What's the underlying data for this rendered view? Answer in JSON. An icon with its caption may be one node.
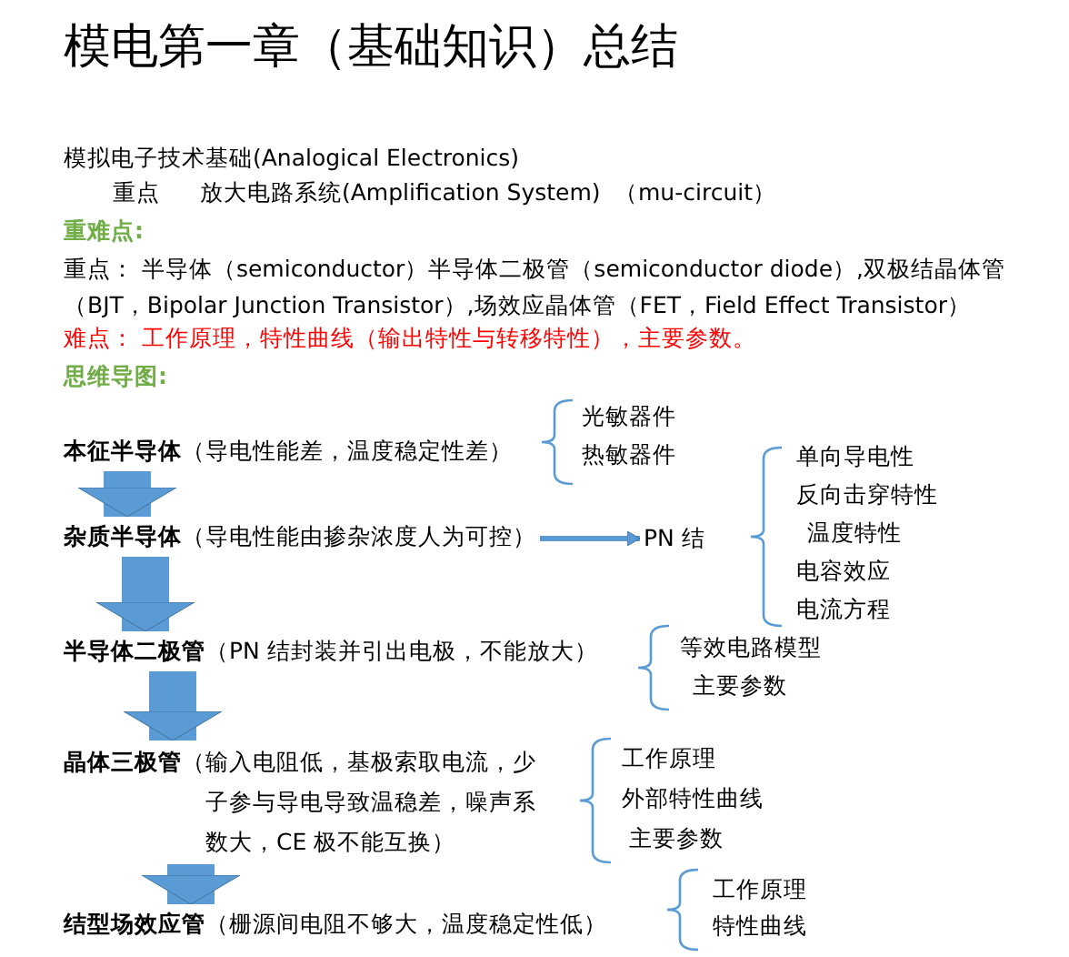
{
  "diagram": {
    "title": "模电第一章（基础知识）总结",
    "nodes": [
      {
        "text": [
          "**本征半导体**（导电性能差，温度稳定性差）"
        ]
      },
      {
        "text": [
          "**杂质半导体**（导电性能由掺杂浓度人为可控）"
        ]
      },
      {
        "text": [
          "PN 结"
        ]
      },
      {
        "text": [
          "**半导体二极管**（PN 结封装并引出电极，不能放大）"
        ]
      },
      {
        "text": [
          "**晶体三极管**（输入电阻低，基极索取电流，少子参与导电导致温稳差，噪声系数大，CE 极不能互换）"
        ]
      },
      {
        "text": [
          "**结型场效应管**（栅源间电阻不够大，温度稳定性低）"
        ]
      }
    ],
    "edges": [
      {
        "from": 0,
        "to": 1,
        "arrow": "to"
      },
      {
        "from": 1,
        "to": 2,
        "arrow": "to"
      },
      {
        "from": 1,
        "to": 3,
        "arrow": "to"
      },
      {
        "from": 3,
        "to": 4,
        "arrow": "to"
      },
      {
        "from": 4,
        "to": 5,
        "arrow": "to"
      }
    ],
    "labels": [
      "模拟电子技术基础(Analogical Electronics)",
      "重点",
      "放大电路系统(Amplification System)",
      "（mu-circuit）",
      "重难点:",
      "重点： 半导体（semiconductor）半导体二极管（semiconductor diode）,双极结晶体管（BJT，Bipolar Junction Transistor）,场效应晶体管（FET，Field Effect Transistor）",
      "难点： 工作原理，特性曲线（输出特性与转移特性），主要参数。",
      "思维导图:",
      "光敏器件",
      "热敏器件",
      "单向导电性",
      "反向击穿特性",
      "温度特性",
      "电容效应",
      "电流方程",
      "等效电路模型",
      "主要参数",
      "工作原理",
      "外部特性曲线",
      "主要参数",
      "工作原理",
      "特性曲线"
    ]
  }
}
